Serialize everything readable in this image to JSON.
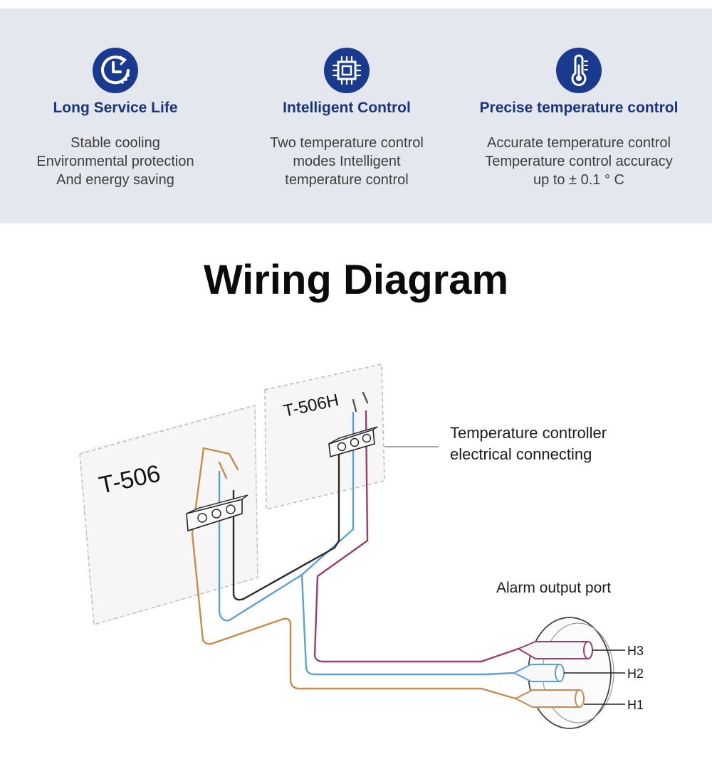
{
  "features": [
    {
      "icon": "clock-icon",
      "title": "Long Service Life",
      "lines": [
        "Stable cooling",
        "Environmental protection",
        "And energy saving"
      ]
    },
    {
      "icon": "chip-icon",
      "title": "Intelligent Control",
      "lines": [
        "Two temperature control",
        "modes Intelligent",
        "temperature control"
      ]
    },
    {
      "icon": "thermometer-icon",
      "title": "Precise temperature control",
      "lines": [
        "Accurate temperature control",
        "Temperature control accuracy",
        "up to ± 0.1 ° C"
      ]
    }
  ],
  "wiring": {
    "title": "Wiring Diagram",
    "controller1": "T-506",
    "controller2": "T-506H",
    "connecting_label": [
      "Temperature controller",
      "electrical connecting"
    ],
    "alarm_label": "Alarm output port",
    "ports": [
      "H3",
      "H2",
      "H1"
    ]
  },
  "colors": {
    "feature_bg": "#e5e7ee",
    "icon_blue": "#1a3a8f",
    "title_blue": "#17367e",
    "wire_orange": "#c98a4a",
    "wire_blue": "#5c9ede",
    "wire_purple": "#9e3d6c",
    "wire_black": "#2a2a2a"
  }
}
